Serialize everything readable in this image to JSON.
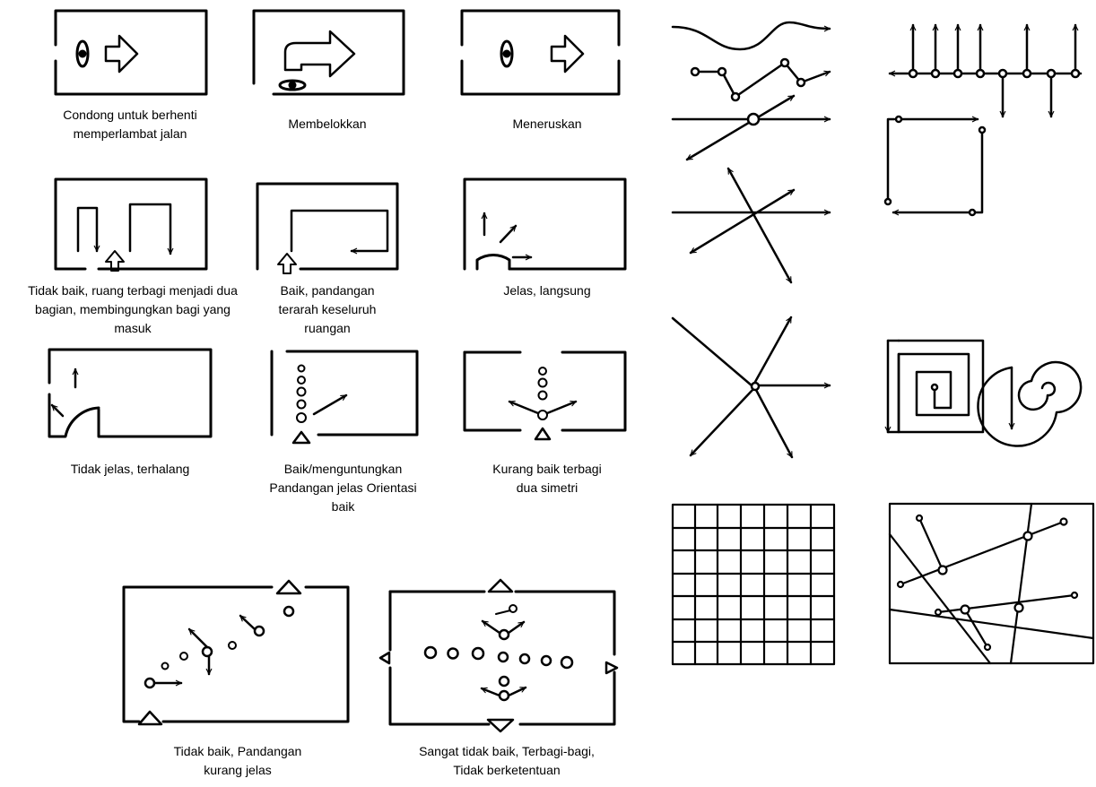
{
  "captions": {
    "c1": "Condong untuk berhenti\nmemperlambat jalan",
    "c2": "Membelokkan",
    "c3": "Meneruskan",
    "c4": "Tidak baik, ruang terbagi menjadi dua\nbagian, membingungkan bagi yang\nmasuk",
    "c5": "Baik, pandangan\nterarah keseluruh\nruangan",
    "c6": "Jelas, langsung",
    "c7": "Tidak jelas, terhalang",
    "c8": "Baik/menguntungkan\nPandangan jelas Orientasi\nbaik",
    "c9": "Kurang baik terbagi\ndua simetri",
    "c10": "Tidak baik, Pandangan\nkurang jelas",
    "c11": "Sangat tidak baik, Terbagi-bagi,\nTidak berketentuan"
  },
  "colors": {
    "stroke": "#000000",
    "background": "#ffffff"
  }
}
